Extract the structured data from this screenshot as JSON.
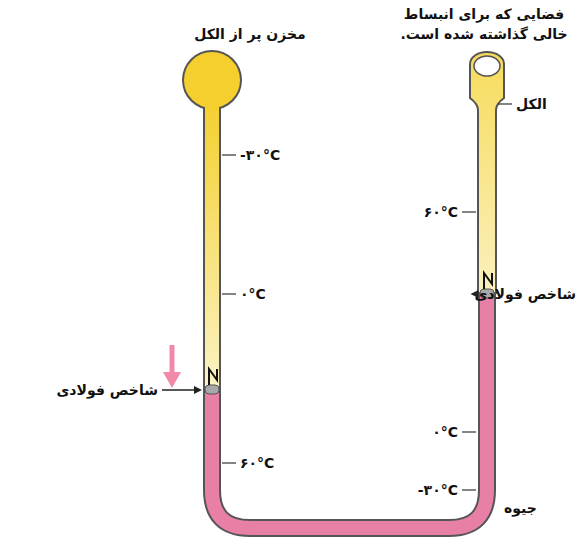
{
  "diagram": {
    "labels": [
      "فضایی که برای انبساط خالی گذاشته شده است.",
      "مخزن پر از الکل",
      "الکل",
      "-۳۰°C",
      "۰°C",
      "شاخص فولادی",
      "۶۰°C",
      "۶۰°C",
      "شاخص فولادی",
      "۰°C",
      "-۳۰°C",
      "جیوه"
    ]
  }
}
